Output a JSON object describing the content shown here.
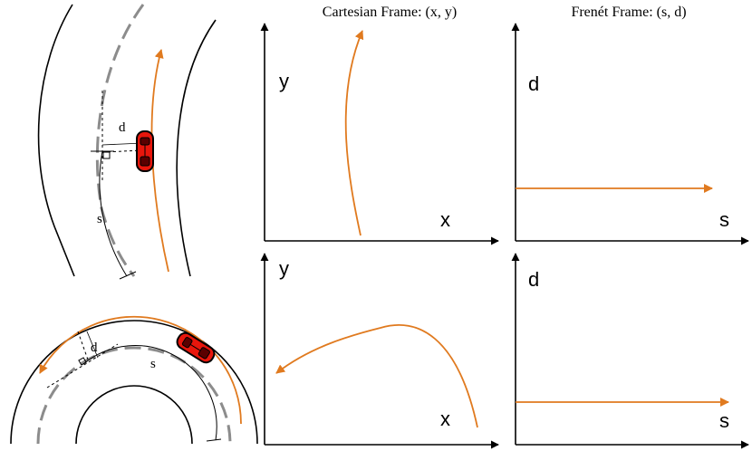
{
  "headers": {
    "cartesian": "Cartesian Frame: (x, y)",
    "frenet": "Frenét Frame: (s, d)"
  },
  "road_labels": {
    "top_d": "d",
    "top_s": "s",
    "bottom_d": "d",
    "bottom_s": "s"
  },
  "axes": {
    "top_cartesian": {
      "y": "y",
      "x": "x"
    },
    "top_frenet": {
      "y": "d",
      "x": "s"
    },
    "bottom_cartesian": {
      "y": "y",
      "x": "x"
    },
    "bottom_frenet": {
      "y": "d",
      "x": "s"
    }
  },
  "colors": {
    "trajectory": "#E07A1F",
    "car": "#E8160C",
    "road_center": "#8C8C8C",
    "ink": "#000000"
  }
}
